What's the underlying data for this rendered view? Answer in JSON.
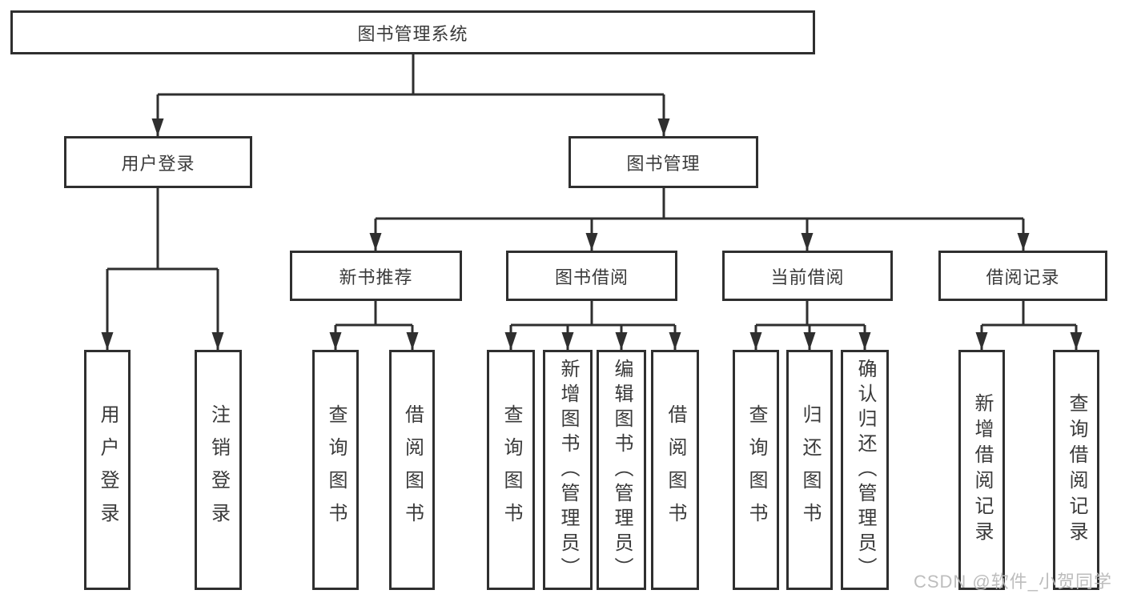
{
  "diagram_title": "图书管理系统",
  "watermark": "CSDN @软件_小贺同学",
  "colors": {
    "line": "#2f2f2f",
    "box_border": "#2f2f2f",
    "box_fill": "#ffffff",
    "text": "#3a3a3a",
    "watermark": "#b9b9b9"
  },
  "nodes": {
    "root": "图书管理系统",
    "user_login": "用户登录",
    "book_mgmt": "图书管理",
    "new_books": "新书推荐",
    "book_borrow": "图书借阅",
    "current_borrow": "当前借阅",
    "borrow_records": "借阅记录",
    "ul_login": "用户登录",
    "ul_logout": "注销登录",
    "nb_query": "查询图书",
    "nb_borrow": "借阅图书",
    "bb_query": "查询图书",
    "bb_add": "新增图书（管理员）",
    "bb_edit": "编辑图书（管理员）",
    "bb_borrow": "借阅图书",
    "cb_query": "查询图书",
    "cb_return": "归还图书",
    "cb_confirm": "确认归还（管理员）",
    "br_add": "新增借阅记录",
    "br_query": "查询借阅记录"
  },
  "hierarchy": {
    "root": "图书管理系统",
    "children": [
      {
        "label": "用户登录",
        "children": [
          "用户登录",
          "注销登录"
        ]
      },
      {
        "label": "图书管理",
        "children": [
          {
            "label": "新书推荐",
            "children": [
              "查询图书",
              "借阅图书"
            ]
          },
          {
            "label": "图书借阅",
            "children": [
              "查询图书",
              "新增图书（管理员）",
              "编辑图书（管理员）",
              "借阅图书"
            ]
          },
          {
            "label": "当前借阅",
            "children": [
              "查询图书",
              "归还图书",
              "确认归还（管理员）"
            ]
          },
          {
            "label": "借阅记录",
            "children": [
              "新增借阅记录",
              "查询借阅记录"
            ]
          }
        ]
      }
    ]
  }
}
